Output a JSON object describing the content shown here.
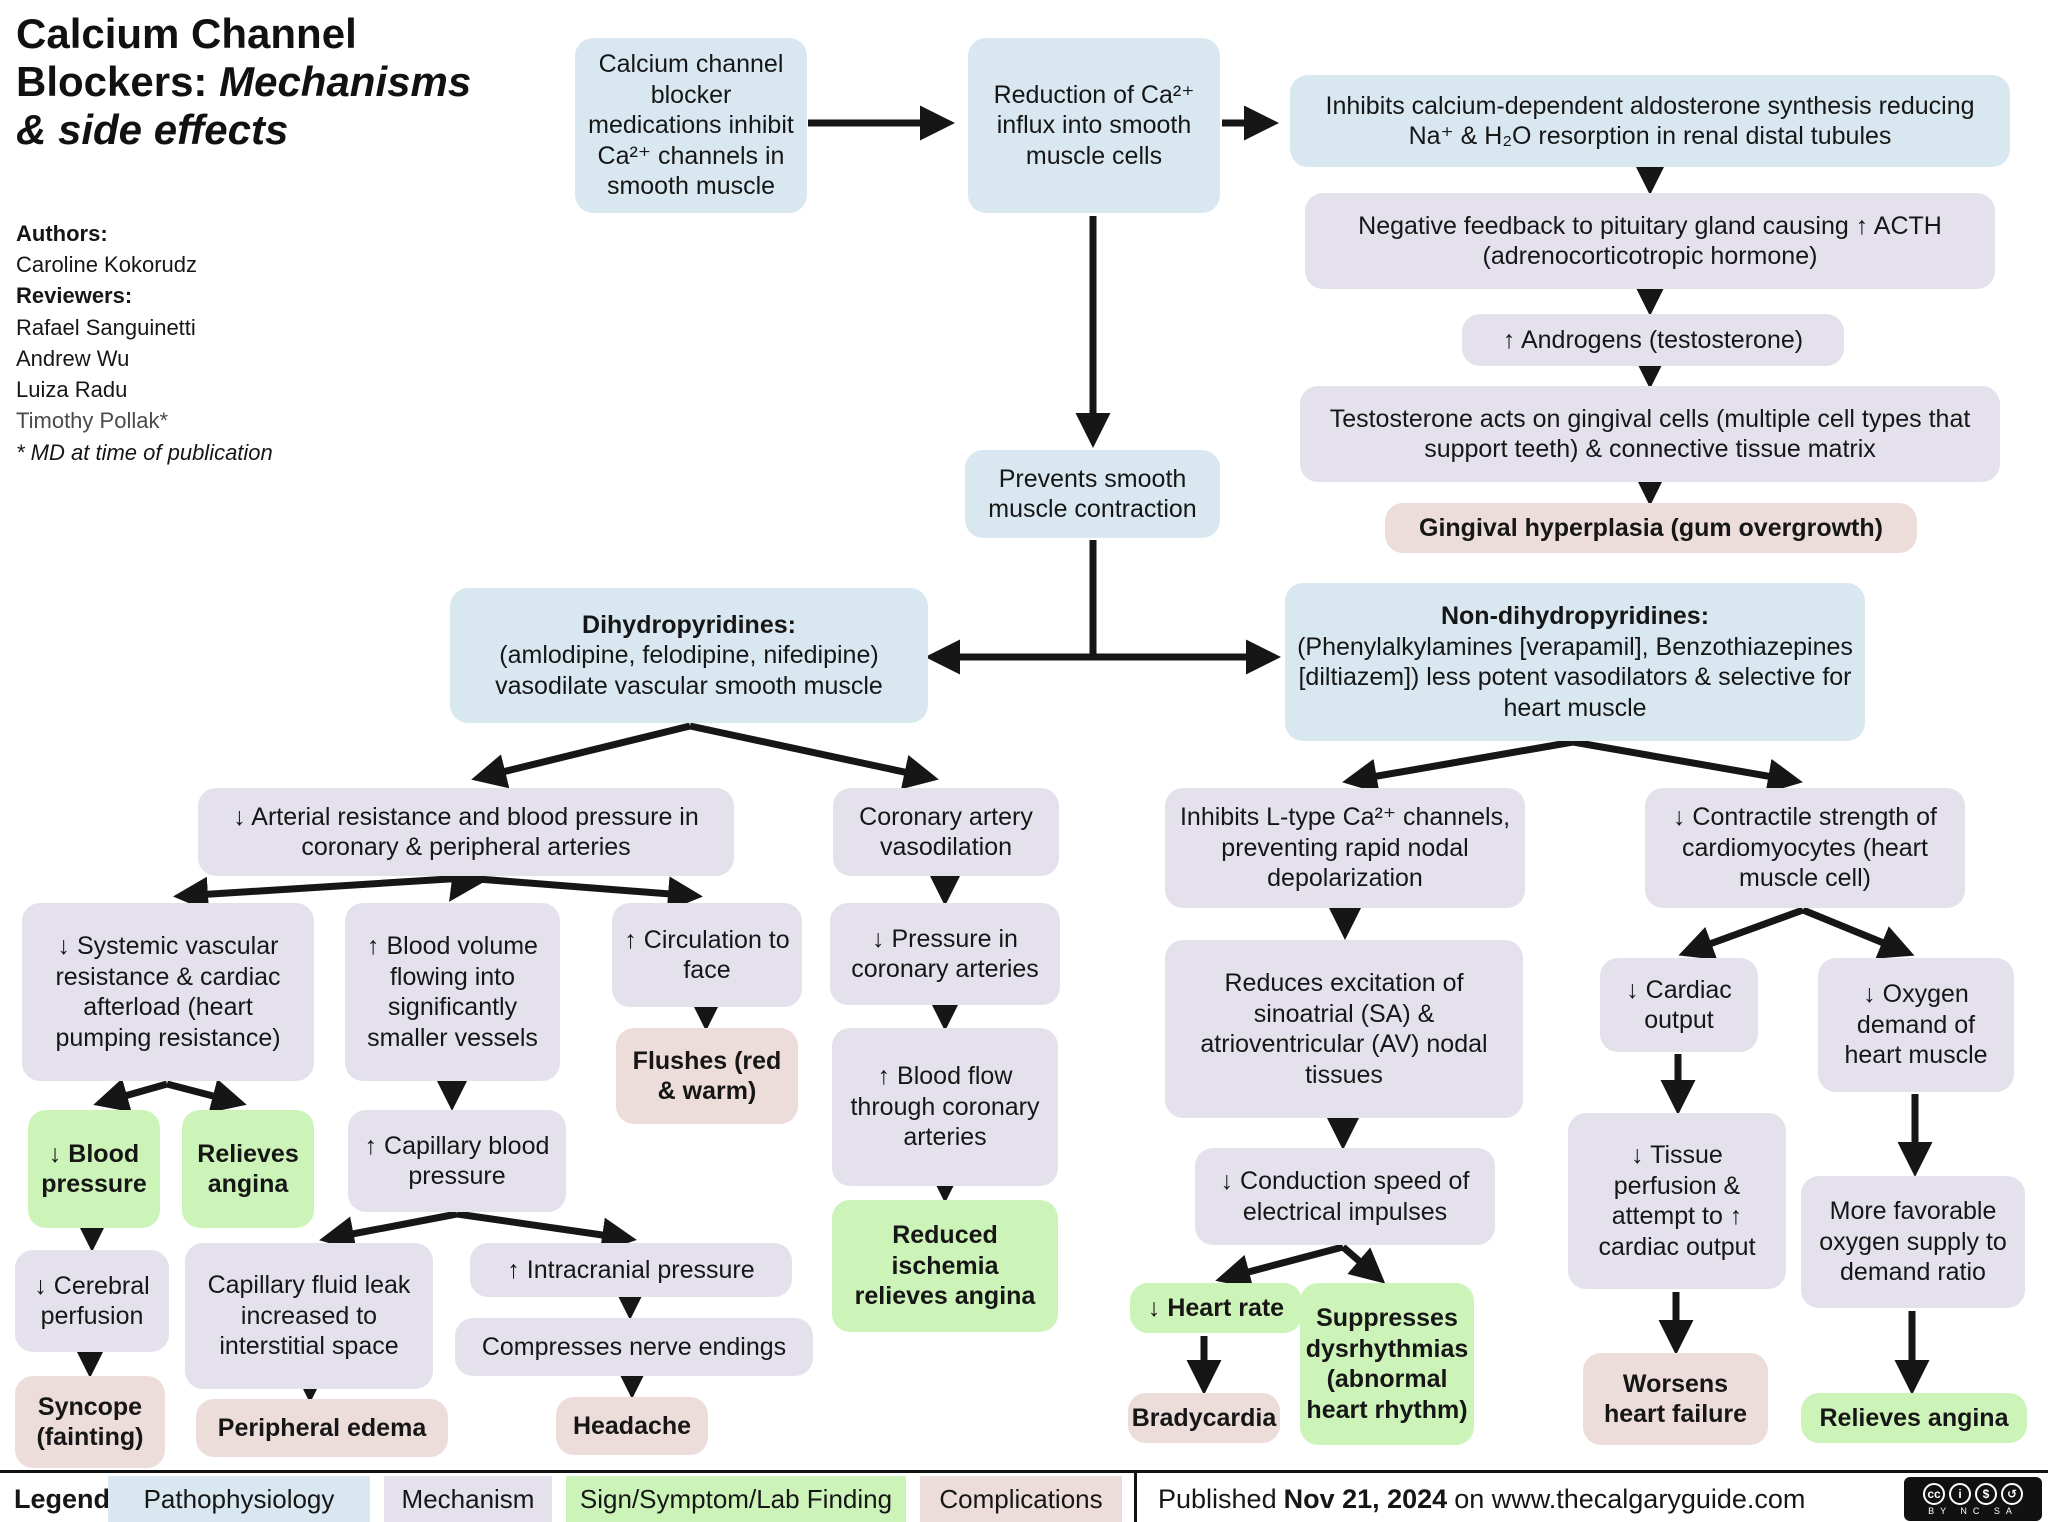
{
  "colors": {
    "pathophysiology": "#d9e8f0",
    "mechanism": "#e4e1ec",
    "sign": "#cdf4b8",
    "complication": "#ecdcda",
    "arrow": "#161616"
  },
  "title": {
    "l1": "Calcium Channel",
    "l2a": "Blockers: ",
    "l2b": "Mechanisms",
    "l3": "& side effects"
  },
  "credits": {
    "authors_label": "Authors:",
    "author1": "Caroline Kokorudz",
    "reviewers_label": "Reviewers:",
    "reviewer1": "Rafael Sanguinetti",
    "reviewer2": "Andrew Wu",
    "reviewer3": "Luiza Radu",
    "reviewer4": "Timothy Pollak*",
    "note": "* MD at time of publication"
  },
  "nodes": {
    "ccb_meds": {
      "text": "Calcium channel blocker medications inhibit Ca²⁺ channels in smooth muscle"
    },
    "reduction": {
      "text": "Reduction of Ca²⁺ influx into smooth muscle cells"
    },
    "aldosterone": {
      "text": "Inhibits calcium-dependent aldosterone synthesis reducing Na⁺ & H₂O resorption in renal distal tubules"
    },
    "neg_feedback": {
      "text": "Negative feedback to pituitary gland causing ↑ ACTH (adrenocorticotropic hormone)"
    },
    "androgens": {
      "text": "↑ Androgens (testosterone)"
    },
    "testosterone": {
      "text": "Testosterone acts on gingival cells (multiple cell types that support teeth) & connective tissue matrix"
    },
    "gingival": {
      "text": "Gingival hyperplasia (gum overgrowth)"
    },
    "prevents": {
      "text": "Prevents smooth muscle contraction"
    },
    "dihydro": {
      "head": "Dihydropyridines:",
      "body": "(amlodipine, felodipine, nifedipine) vasodilate vascular smooth muscle"
    },
    "nondihydro": {
      "head": "Non-dihydropyridines:",
      "body": "(Phenylalkylamines [verapamil], Benzothiazepines [diltiazem]) less potent vasodilators & selective for heart muscle"
    },
    "arterial": {
      "text": "↓ Arterial resistance and blood pressure in coronary & peripheral arteries"
    },
    "coronary_vaso": {
      "text": "Coronary artery vasodilation"
    },
    "systemic": {
      "text": "↓ Systemic vascular resistance & cardiac afterload (heart pumping resistance)"
    },
    "blood_volume": {
      "text": "↑ Blood volume flowing into significantly smaller vessels"
    },
    "circulation_face": {
      "text": "↑ Circulation to face"
    },
    "flushes": {
      "text": "Flushes (red & warm)"
    },
    "pressure_coronary": {
      "text": "↓ Pressure in coronary arteries"
    },
    "blood_flow": {
      "text": "↑ Blood flow through coronary arteries"
    },
    "reduced_ischemia": {
      "text": "Reduced ischemia relieves angina"
    },
    "blood_pressure": {
      "text": "↓ Blood pressure"
    },
    "relieves_angina_1": {
      "text": "Relieves angina"
    },
    "cerebral": {
      "text": "↓ Cerebral perfusion"
    },
    "syncope": {
      "text": "Syncope (fainting)"
    },
    "capillary_bp": {
      "text": "↑ Capillary blood pressure"
    },
    "capillary_leak": {
      "text": "Capillary fluid leak increased to interstitial space"
    },
    "intracranial": {
      "text": "↑ Intracranial pressure"
    },
    "peripheral_edema": {
      "text": "Peripheral edema"
    },
    "compresses": {
      "text": "Compresses nerve endings"
    },
    "headache": {
      "text": "Headache"
    },
    "l_type": {
      "text": "Inhibits L-type Ca²⁺ channels, preventing rapid nodal depolarization"
    },
    "reduces_excitation": {
      "text": "Reduces excitation of sinoatrial (SA) & atrioventricular (AV) nodal tissues"
    },
    "conduction": {
      "text": "↓ Conduction speed of electrical impulses"
    },
    "heart_rate": {
      "text": "↓ Heart rate"
    },
    "bradycardia": {
      "text": "Bradycardia"
    },
    "suppresses": {
      "text": "Suppresses dysrhythmias (abnormal heart rhythm)"
    },
    "contractile": {
      "text": "↓ Contractile strength of cardiomyocytes (heart muscle cell)"
    },
    "cardiac_output": {
      "text": "↓ Cardiac output"
    },
    "oxygen_demand": {
      "text": "↓ Oxygen demand of heart muscle"
    },
    "tissue_perfusion": {
      "text": "↓ Tissue perfusion & attempt to ↑ cardiac output"
    },
    "worsens_hf": {
      "text": "Worsens heart failure"
    },
    "more_favorable": {
      "text": "More favorable oxygen supply to demand ratio"
    },
    "relieves_angina_2": {
      "text": "Relieves angina"
    }
  },
  "legend": {
    "label": "Legend:",
    "items": [
      {
        "label": "Pathophysiology",
        "type": "pathophysiology"
      },
      {
        "label": "Mechanism",
        "type": "mechanism"
      },
      {
        "label": "Sign/Symptom/Lab Finding",
        "type": "sign"
      },
      {
        "label": "Complications",
        "type": "complication"
      }
    ]
  },
  "footer": {
    "prefix": "Published",
    "date": "Nov 21, 2024",
    "suffix": "on www.thecalgaryguide.com",
    "cc": {
      "icon1": "cc",
      "icon2": "i",
      "icon3": "$",
      "icon4": "↺",
      "caption": "BY NC SA"
    }
  }
}
